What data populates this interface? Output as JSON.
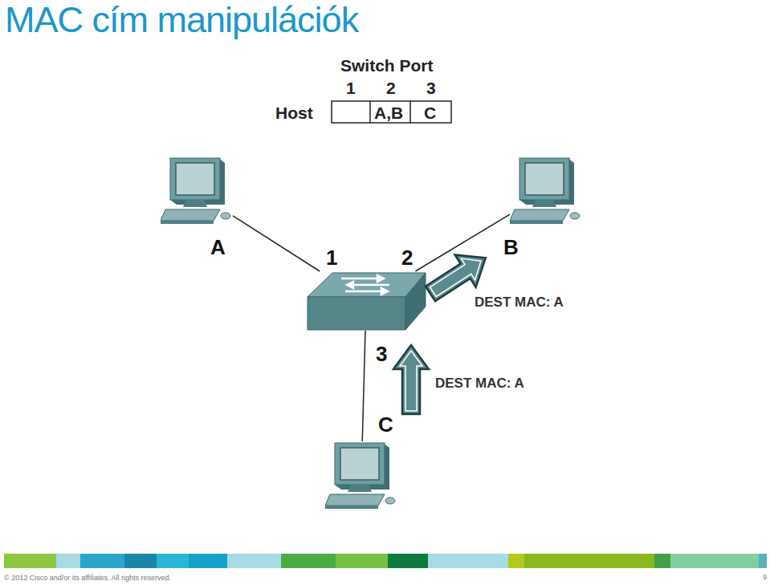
{
  "diagram": {
    "title": "MAC cím manipulációk",
    "nodes": [
      {
        "text": [
          "A"
        ]
      },
      {
        "text": [
          "B"
        ]
      },
      {
        "text": [
          "1",
          "2",
          "3"
        ]
      },
      {
        "text": [
          "C"
        ]
      }
    ],
    "edges": [
      {
        "from": 0,
        "to": 2,
        "arrow": "none"
      },
      {
        "from": 2,
        "to": 1,
        "arrow": "none"
      },
      {
        "from": 2,
        "to": 3,
        "arrow": "none"
      }
    ],
    "labels": [
      "Switch Port",
      "1",
      "2",
      "3",
      "Host",
      "A,B",
      "C",
      "DEST MAC: A",
      "DEST MAC: A",
      "© 2012 Cisco and/or its affiliates. All rights reserved.",
      "9"
    ]
  }
}
